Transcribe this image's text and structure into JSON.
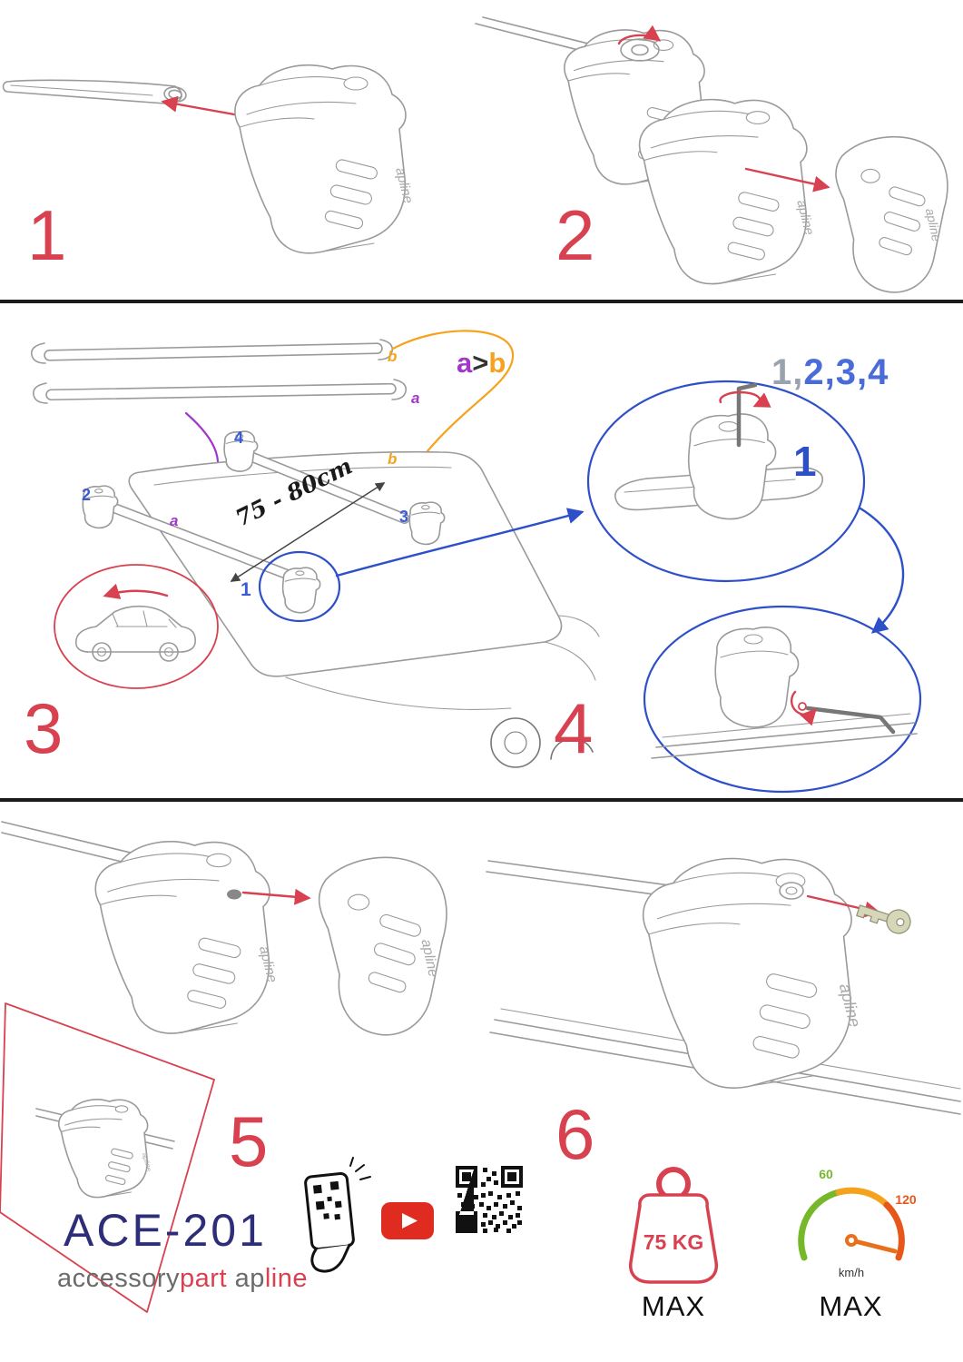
{
  "steps": [
    {
      "number": "1"
    },
    {
      "number": "2"
    },
    {
      "number": "3"
    },
    {
      "number": "4"
    },
    {
      "number": "5"
    },
    {
      "number": "6"
    }
  ],
  "diagram": {
    "product_text": "apline",
    "bar_a_label": "a",
    "bar_b_label": "b",
    "order_note_a": "a",
    "order_note_gt": ">",
    "order_note_b": "b",
    "sequence_gray": "1,",
    "sequence_blue": "2,3,4",
    "zoom_circle_label": "1",
    "measurement": "75 - 80cm",
    "roof_pos_1": "1",
    "roof_pos_2": "2",
    "roof_pos_3": "3",
    "roof_pos_4": "4",
    "roof_bar_a": "a",
    "roof_bar_b": "b"
  },
  "branding": {
    "model": "ACE-201",
    "maker_gray": "accessory",
    "maker_red": "part",
    "brand_gray": "ap",
    "brand_red": "line"
  },
  "badges": {
    "weight_value": "75 KG",
    "weight_max": "MAX",
    "speed_low": "60",
    "speed_high": "120",
    "speed_unit": "km/h",
    "speed_max": "MAX"
  },
  "colors": {
    "accent_red": "#d8414f",
    "blue": "#2d50c8",
    "purple": "#a238c9",
    "orange": "#f6a21d",
    "navy": "#2e2d78",
    "green": "#76b82a",
    "speed_orange": "#e8701a",
    "line_art": "#9a9a9a"
  },
  "icons": {
    "phone_scan": "phone-scan-icon",
    "youtube": "youtube-icon",
    "qr_code": "qr-code-icon",
    "weight": "weight-max-icon",
    "speedometer": "speed-max-icon"
  }
}
